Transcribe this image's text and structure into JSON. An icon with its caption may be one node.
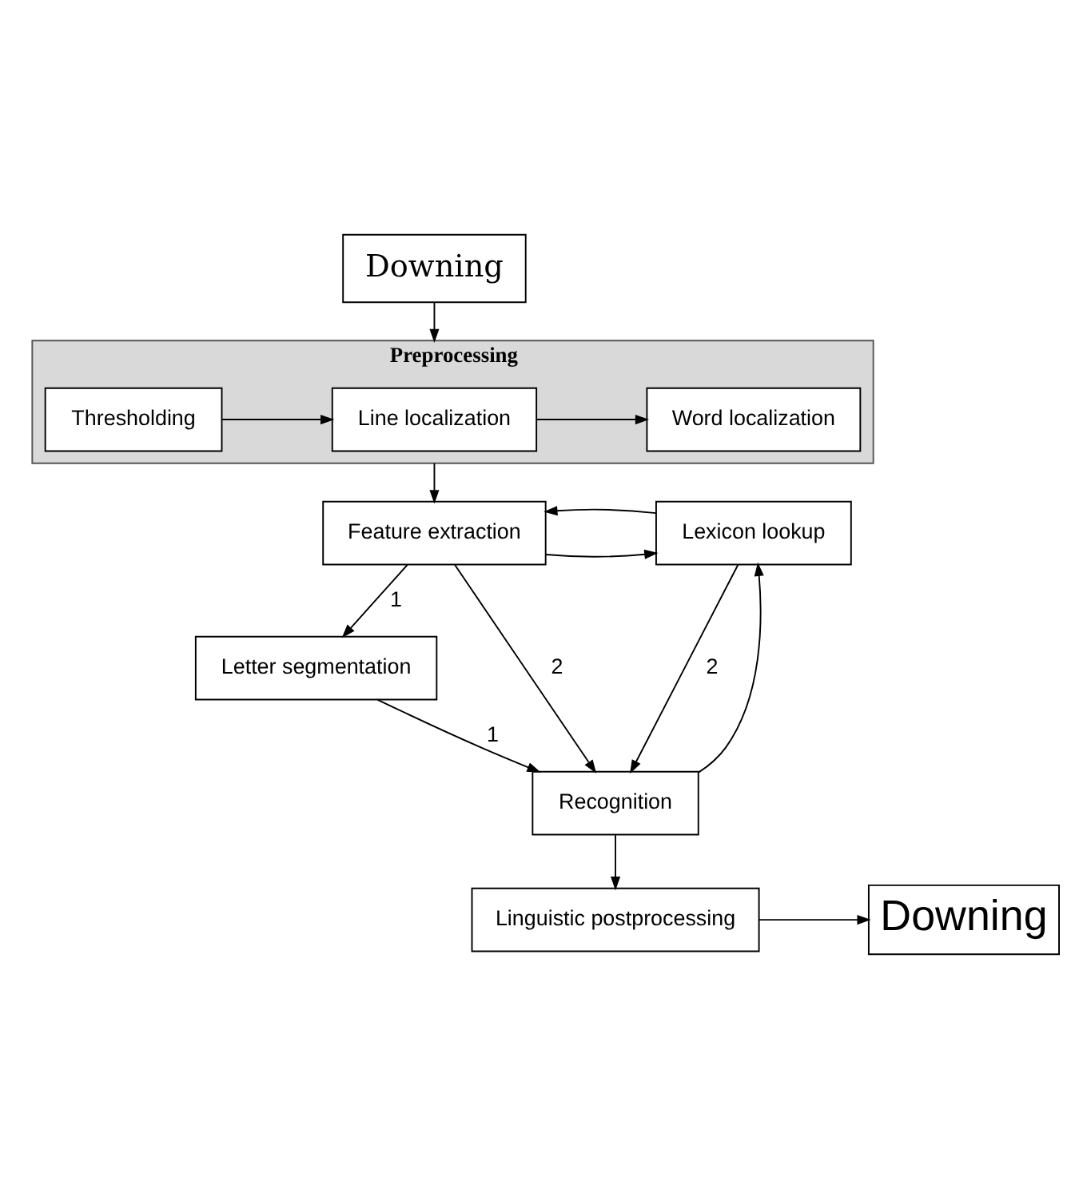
{
  "diagram": {
    "nodes": [
      {
        "text": [
          "Downing"
        ]
      },
      {
        "text": [
          "Preprocessing"
        ]
      },
      {
        "text": [
          "Thresholding"
        ],
        "in": 1
      },
      {
        "text": [
          "Line localization"
        ],
        "in": 1
      },
      {
        "text": [
          "Word localization"
        ],
        "in": 1
      },
      {
        "text": [
          "Feature extraction"
        ]
      },
      {
        "text": [
          "Lexicon lookup"
        ]
      },
      {
        "text": [
          "Letter segmentation"
        ]
      },
      {
        "text": [
          "Recognition"
        ]
      },
      {
        "text": [
          "Linguistic postprocessing"
        ]
      },
      {
        "text": [
          "Downing"
        ]
      }
    ],
    "edges": [
      {
        "from": 0,
        "to": 1,
        "arrow": "to"
      },
      {
        "from": 2,
        "to": 3,
        "arrow": "to"
      },
      {
        "from": 3,
        "to": 4,
        "arrow": "to"
      },
      {
        "from": 1,
        "to": 5,
        "arrow": "to"
      },
      {
        "from": 5,
        "to": 6,
        "arrow": "to"
      },
      {
        "from": 6,
        "to": 5,
        "arrow": "to"
      },
      {
        "from": 5,
        "to": 7,
        "arrow": "to",
        "label": "1"
      },
      {
        "from": 7,
        "to": 8,
        "arrow": "to",
        "label": "1"
      },
      {
        "from": 5,
        "to": 8,
        "arrow": "to",
        "label": "2"
      },
      {
        "from": 8,
        "to": 6,
        "arrow": "to"
      },
      {
        "from": 6,
        "to": 8,
        "arrow": "to",
        "label": "2"
      },
      {
        "from": 8,
        "to": 9,
        "arrow": "to"
      },
      {
        "from": 9,
        "to": 10,
        "arrow": "to"
      }
    ]
  }
}
